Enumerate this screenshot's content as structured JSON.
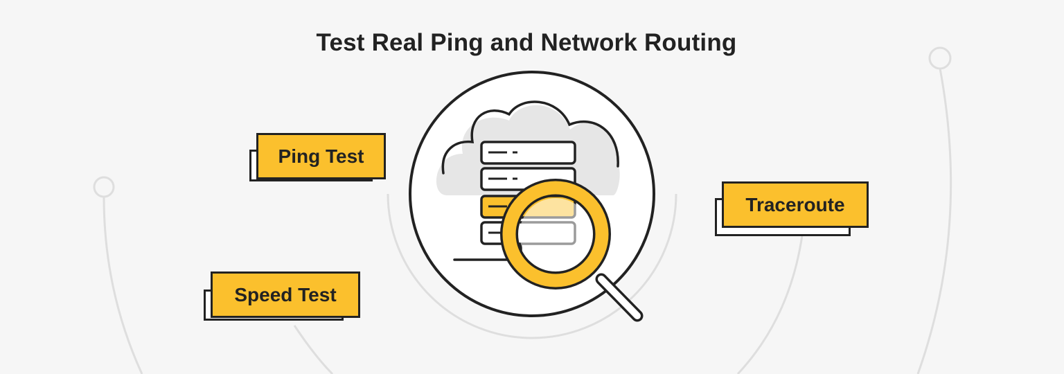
{
  "title": "Test Real Ping and Network Routing",
  "tags": {
    "ping": "Ping Test",
    "speed": "Speed Test",
    "traceroute": "Traceroute"
  },
  "colors": {
    "background": "#f6f6f6",
    "accent": "#fbc02d",
    "outline": "#222222",
    "arc": "#e0e0e0",
    "cloud": "#e6e6e6"
  },
  "icons": [
    "cloud-icon",
    "server-rack-icon",
    "magnifying-glass-icon"
  ]
}
